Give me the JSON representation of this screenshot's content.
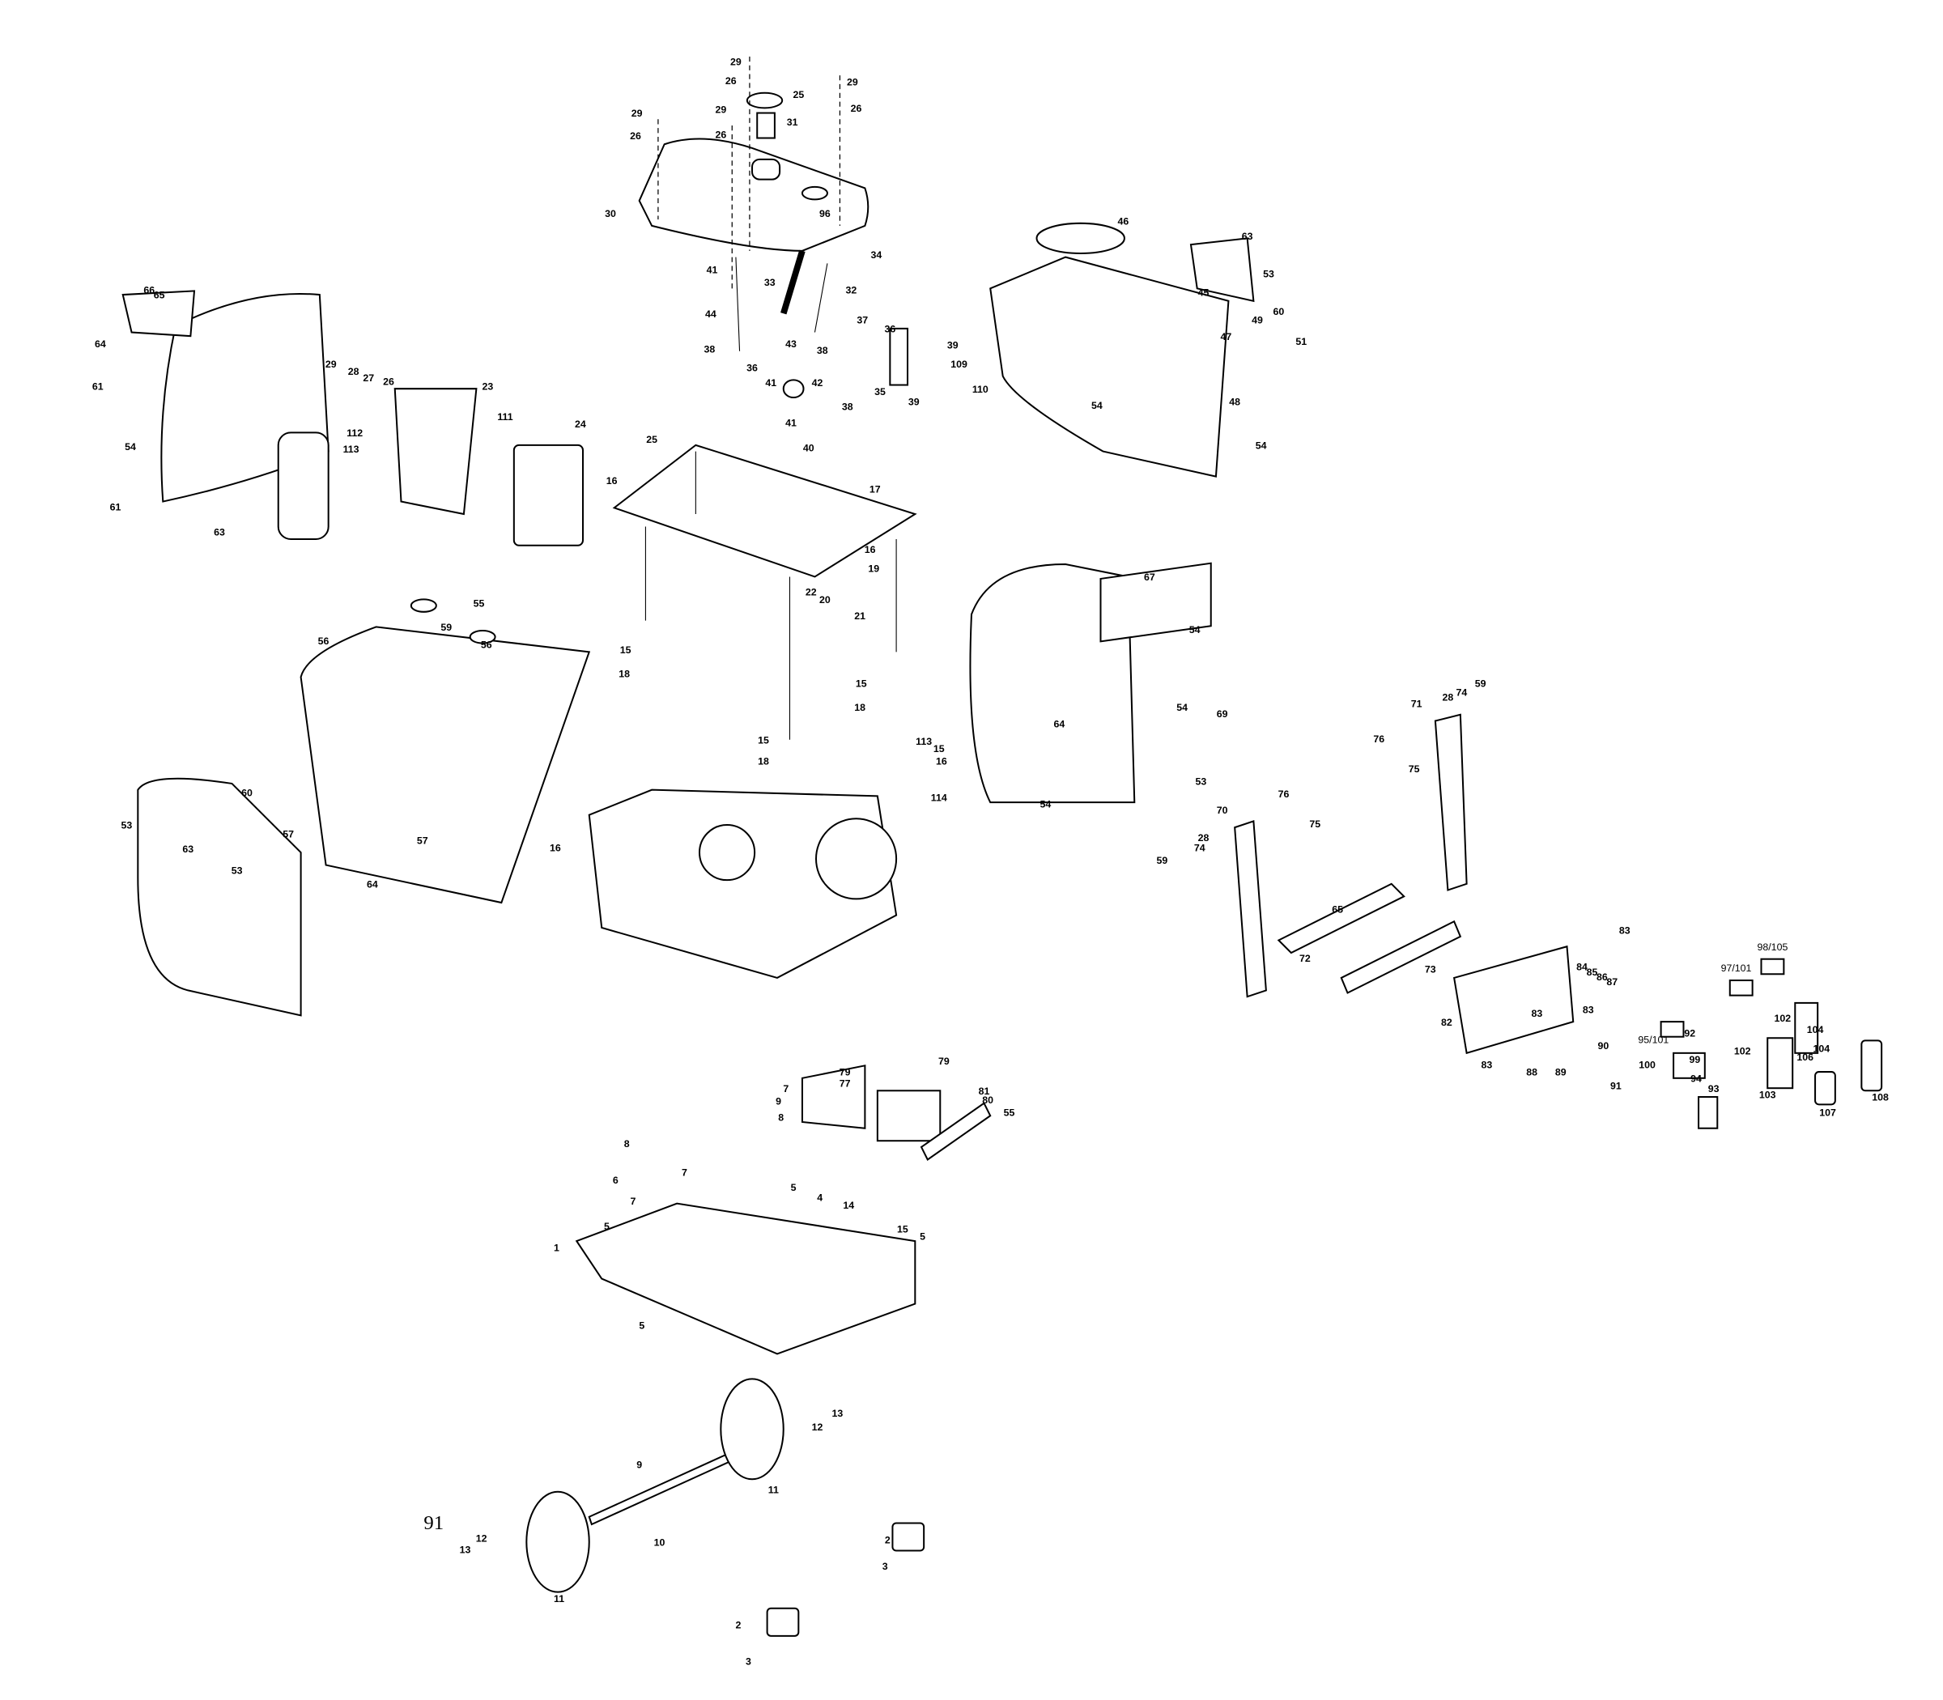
{
  "diagram": {
    "title": "Generator exploded parts diagram",
    "page_number": "91",
    "labels": [
      "29",
      "26",
      "25",
      "29",
      "31",
      "26",
      "29",
      "26",
      "29",
      "26",
      "30",
      "96",
      "41",
      "33",
      "34",
      "32",
      "44",
      "37",
      "36",
      "38",
      "43",
      "39",
      "36",
      "38",
      "41",
      "42",
      "109",
      "35",
      "39",
      "110",
      "41",
      "38",
      "40",
      "66",
      "65",
      "64",
      "29",
      "28",
      "27",
      "26",
      "23",
      "61",
      "111",
      "24",
      "112",
      "113",
      "54",
      "25",
      "16",
      "61",
      "63",
      "17",
      "16",
      "19",
      "22",
      "20",
      "21",
      "15",
      "18",
      "15",
      "18",
      "15",
      "18",
      "113",
      "15",
      "16",
      "114",
      "46",
      "63",
      "53",
      "45",
      "60",
      "49",
      "51",
      "47",
      "48",
      "54",
      "54",
      "67",
      "54",
      "54",
      "64",
      "69",
      "53",
      "54",
      "55",
      "56",
      "59",
      "56",
      "60",
      "53",
      "57",
      "57",
      "63",
      "53",
      "64",
      "16",
      "71",
      "28",
      "74",
      "59",
      "76",
      "75",
      "76",
      "75",
      "70",
      "74",
      "28",
      "59",
      "65",
      "72",
      "73",
      "83",
      "82",
      "84",
      "85",
      "86",
      "87",
      "83",
      "83",
      "83",
      "88",
      "89",
      "95/101",
      "97/101",
      "98/105",
      "92",
      "99",
      "90",
      "100",
      "91",
      "94",
      "93",
      "102",
      "102",
      "104",
      "106",
      "103",
      "104",
      "107",
      "108",
      "79",
      "77",
      "79",
      "81",
      "80",
      "55",
      "7",
      "9",
      "8",
      "8",
      "7",
      "6",
      "7",
      "5",
      "4",
      "14",
      "5",
      "15",
      "5",
      "1",
      "5",
      "13",
      "12",
      "9",
      "11",
      "10",
      "12",
      "13",
      "11",
      "2",
      "3",
      "2",
      "3"
    ]
  }
}
